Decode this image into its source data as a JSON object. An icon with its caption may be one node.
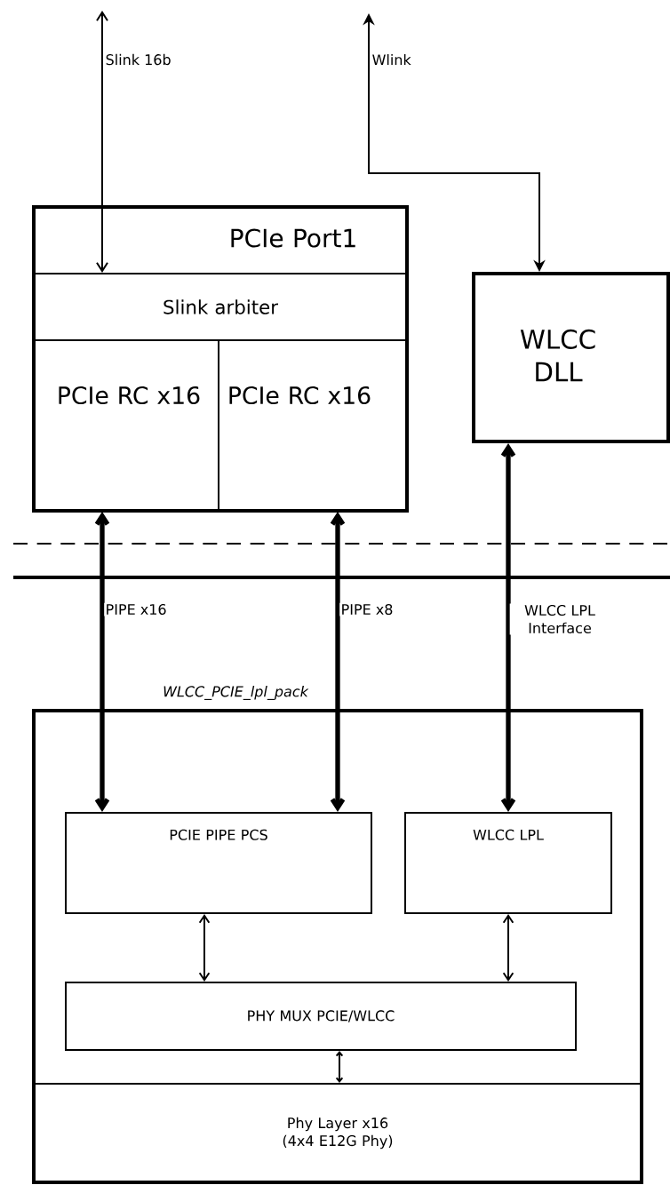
{
  "diagram": {
    "nodes": [
      {
        "text": [
          "PCIe Port1"
        ]
      },
      {
        "text": [
          "Slink arbiter"
        ],
        "in": 0
      },
      {
        "text": [
          "PCIe RC x16"
        ],
        "in": 0
      },
      {
        "text": [
          "PCIe RC x16"
        ],
        "in": 0
      },
      {
        "text": [
          "WLCC DLL"
        ]
      },
      {
        "text": [
          "WLCC_PCIE_lpl_pack"
        ]
      },
      {
        "text": [
          "PCIE PIPE PCS"
        ],
        "in": 5
      },
      {
        "text": [
          "WLCC LPL"
        ],
        "in": 5
      },
      {
        "text": [
          "PHY MUX PCIE/WLCC"
        ],
        "in": 5
      },
      {
        "text": [
          "Phy Layer x16 (4x4 E12G Phy)"
        ],
        "in": 5
      }
    ],
    "edges": [
      {
        "from": null,
        "to": 1,
        "arrow": "both",
        "label": "Slink 16b"
      },
      {
        "from": null,
        "to": 4,
        "arrow": "both",
        "label": "Wlink"
      },
      {
        "from": 2,
        "to": 6,
        "arrow": "both",
        "label": "PIPE x16",
        "style": "thick"
      },
      {
        "from": 3,
        "to": 6,
        "arrow": "both",
        "label": "PIPE x8",
        "style": "thick"
      },
      {
        "from": 4,
        "to": 7,
        "arrow": "both",
        "label": "WLCC LPL Interface",
        "style": "thick"
      },
      {
        "from": 6,
        "to": 8,
        "arrow": "both"
      },
      {
        "from": 7,
        "to": 8,
        "arrow": "both"
      },
      {
        "from": 8,
        "to": 9,
        "arrow": "both"
      }
    ]
  }
}
